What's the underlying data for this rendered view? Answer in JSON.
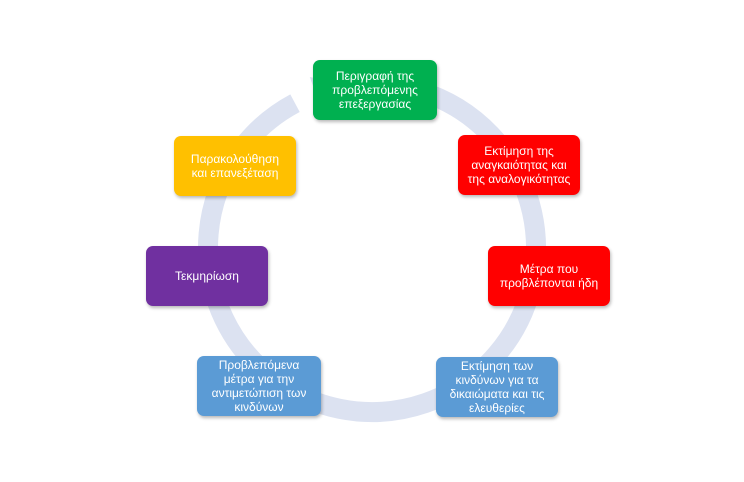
{
  "colors": {
    "background": "#ffffff",
    "ring": "#dce2f1",
    "green": "#00b050",
    "red": "#ff0000",
    "blue": "#5b9bd5",
    "purple": "#7030a0",
    "orange": "#ffc000"
  },
  "cycle": {
    "steps": [
      {
        "label": "Περιγραφή της\nπροβλεπόμενης\nεπεξεργασίας",
        "color": "green"
      },
      {
        "label": "Εκτίμηση της\nαναγκαιότητας και\nτης αναλογικότητας",
        "color": "red"
      },
      {
        "label": "Μέτρα που\nπροβλέπονται ήδη",
        "color": "red"
      },
      {
        "label": "Εκτίμηση των\nκινδύνων για τα\nδικαιώματα και τις\nελευθερίες",
        "color": "blue"
      },
      {
        "label": "Προβλεπόμενα\nμέτρα για την\nαντιμετώπιση των\nκινδύνων",
        "color": "blue"
      },
      {
        "label": "Τεκμηρίωση",
        "color": "purple"
      },
      {
        "label": "Παρακολούθηση\nκαι επανεξέταση",
        "color": "orange"
      }
    ]
  }
}
